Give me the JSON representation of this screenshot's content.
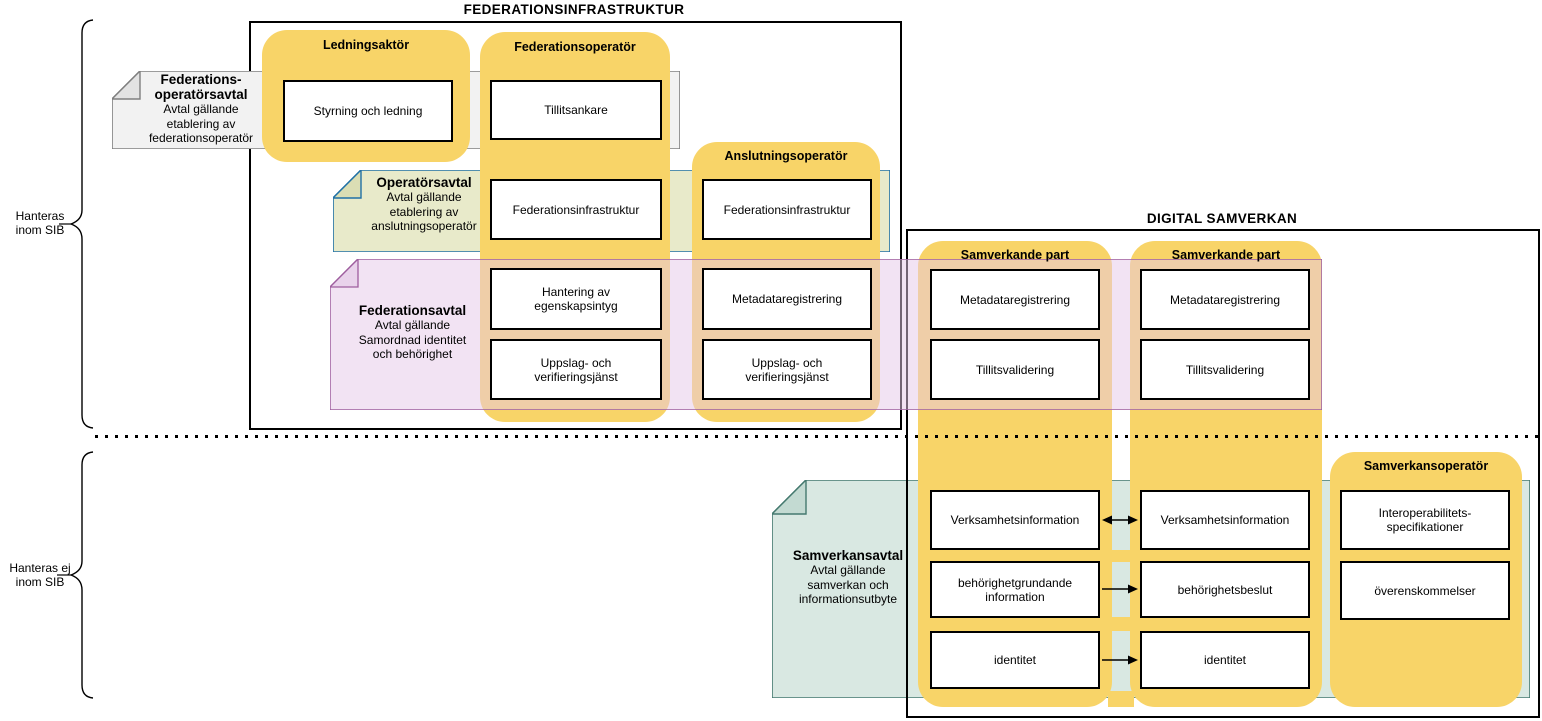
{
  "sections": {
    "fedinfra_title": "FEDERATIONSINFRASTRUKTUR",
    "digital_title": "DIGITAL SAMVERKAN"
  },
  "side_labels": {
    "inside": "Hanteras\ninom SIB",
    "outside": "Hanteras ej\ninom SIB"
  },
  "notes": {
    "federationsoperatorsavtal": {
      "title": "Federations-\noperatörsavtal",
      "body": "Avtal gällande\netablering av\nfederationsoperatör"
    },
    "operatorsavtal": {
      "title": "Operatörsavtal",
      "body": "Avtal gällande\netablering av\nanslutningsoperatör"
    },
    "federationsavtal": {
      "title": "Federationsavtal",
      "body": "Avtal gällande\nSamordnad identitet\noch behörighet"
    },
    "samverkansavtal": {
      "title": "Samverkansavtal",
      "body": "Avtal gällande\nsamverkan och\ninformationsutbyte"
    }
  },
  "actors": {
    "ledningsaktor": {
      "label": "Ledningsaktör",
      "boxes": [
        "Styrning och ledning"
      ]
    },
    "federationsoperator": {
      "label": "Federationsoperatör",
      "boxes": [
        "Tillitsankare",
        "Federationsinfrastruktur",
        "Hantering av\negenskapsintyg",
        "Uppslag- och\nverifieringsjänst"
      ]
    },
    "anslutningsoperator": {
      "label": "Anslutningsoperatör",
      "boxes": [
        "Federationsinfrastruktur",
        "Metadataregistrering",
        "Uppslag- och\nverifieringsjänst"
      ]
    },
    "samverkande_part_1": {
      "label": "Samverkande part",
      "boxes": [
        "Metadataregistrering",
        "Tillitsvalidering",
        "Verksamhetsinformation",
        "behörighetgrundande\ninformation",
        "identitet"
      ]
    },
    "samverkande_part_2": {
      "label": "Samverkande part",
      "boxes": [
        "Metadataregistrering",
        "Tillitsvalidering",
        "Verksamhetsinformation",
        "behörighetsbeslut",
        "identitet"
      ]
    },
    "samverkansoperator": {
      "label": "Samverkansoperatör",
      "boxes": [
        "Interoperabilitets-\nspecifikationer",
        "överenskommelser"
      ]
    }
  },
  "colors": {
    "actor_fill": "#F8D468",
    "note_gray_fill": "#F2F2F2",
    "note_gray_border": "#7F7F7F",
    "note_green_fill": "#E8EACA",
    "note_green_border": "#2171A6",
    "note_pink_fill": "#E5C8E8",
    "note_pink_border": "#9E5E9E",
    "note_teal_fill": "#D9E8E2",
    "note_teal_border": "#44796F",
    "outline": "#000000"
  }
}
